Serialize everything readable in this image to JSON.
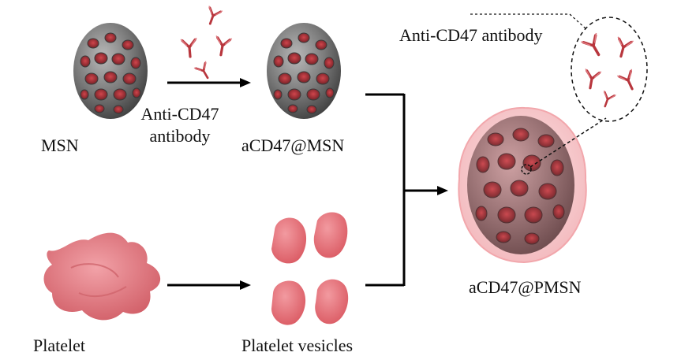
{
  "labels": {
    "msn": "MSN",
    "antibody_line1": "Anti-CD47",
    "antibody_line2": "antibody",
    "acd47_msn": "aCD47@MSN",
    "platelet": "Platelet",
    "platelet_vesicles": "Platelet vesicles",
    "acd47_pmsn": "aCD47@PMSN",
    "callout": "Anti-CD47 antibody"
  },
  "colors": {
    "antibody": "#b8363d",
    "msn_shell": "#6e6e6e",
    "pore": "#b23a3f",
    "platelet": "#e07a82",
    "vesicle": "#e46e76",
    "membrane": "#f4b8bc",
    "arrow": "#000000"
  },
  "icons": [
    "msn-particle-icon",
    "antibody-icon",
    "platelet-icon",
    "vesicle-icon",
    "coated-particle-icon"
  ]
}
